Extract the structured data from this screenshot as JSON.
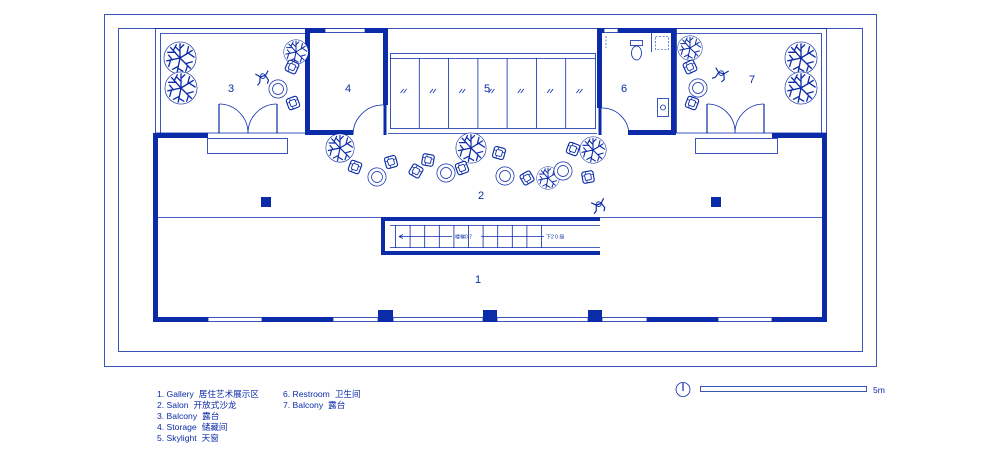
{
  "colors": {
    "ink": "#0b2ba8",
    "paper": "#ffffff"
  },
  "plan": {
    "room_numbers": {
      "gallery": "1",
      "salon": "2",
      "balcony_west": "3",
      "storage": "4",
      "skylight": "5",
      "restroom": "6",
      "balcony_east": "7"
    },
    "stair": {
      "label": "楼梯0.7",
      "note": "下2 0 级"
    }
  },
  "legend": {
    "items": [
      {
        "en": "1. Gallery",
        "zh": "居住艺术展示区"
      },
      {
        "en": "2. Salon",
        "zh": "开放式沙龙"
      },
      {
        "en": "3. Balcony",
        "zh": "露台"
      },
      {
        "en": "4. Storage",
        "zh": "储藏间"
      },
      {
        "en": "5. Skylight",
        "zh": "天窗"
      },
      {
        "en": "6. Restroom",
        "zh": "卫生间"
      },
      {
        "en": "7. Balcony",
        "zh": "露台"
      }
    ]
  },
  "scale_bar": {
    "label": "5m"
  },
  "icons": {
    "north": "north-arrow-icon",
    "tree": "tree-icon",
    "chair": "chair-icon",
    "table": "table-icon",
    "person": "person-icon",
    "toilet": "toilet-icon",
    "sink": "sink-icon"
  }
}
